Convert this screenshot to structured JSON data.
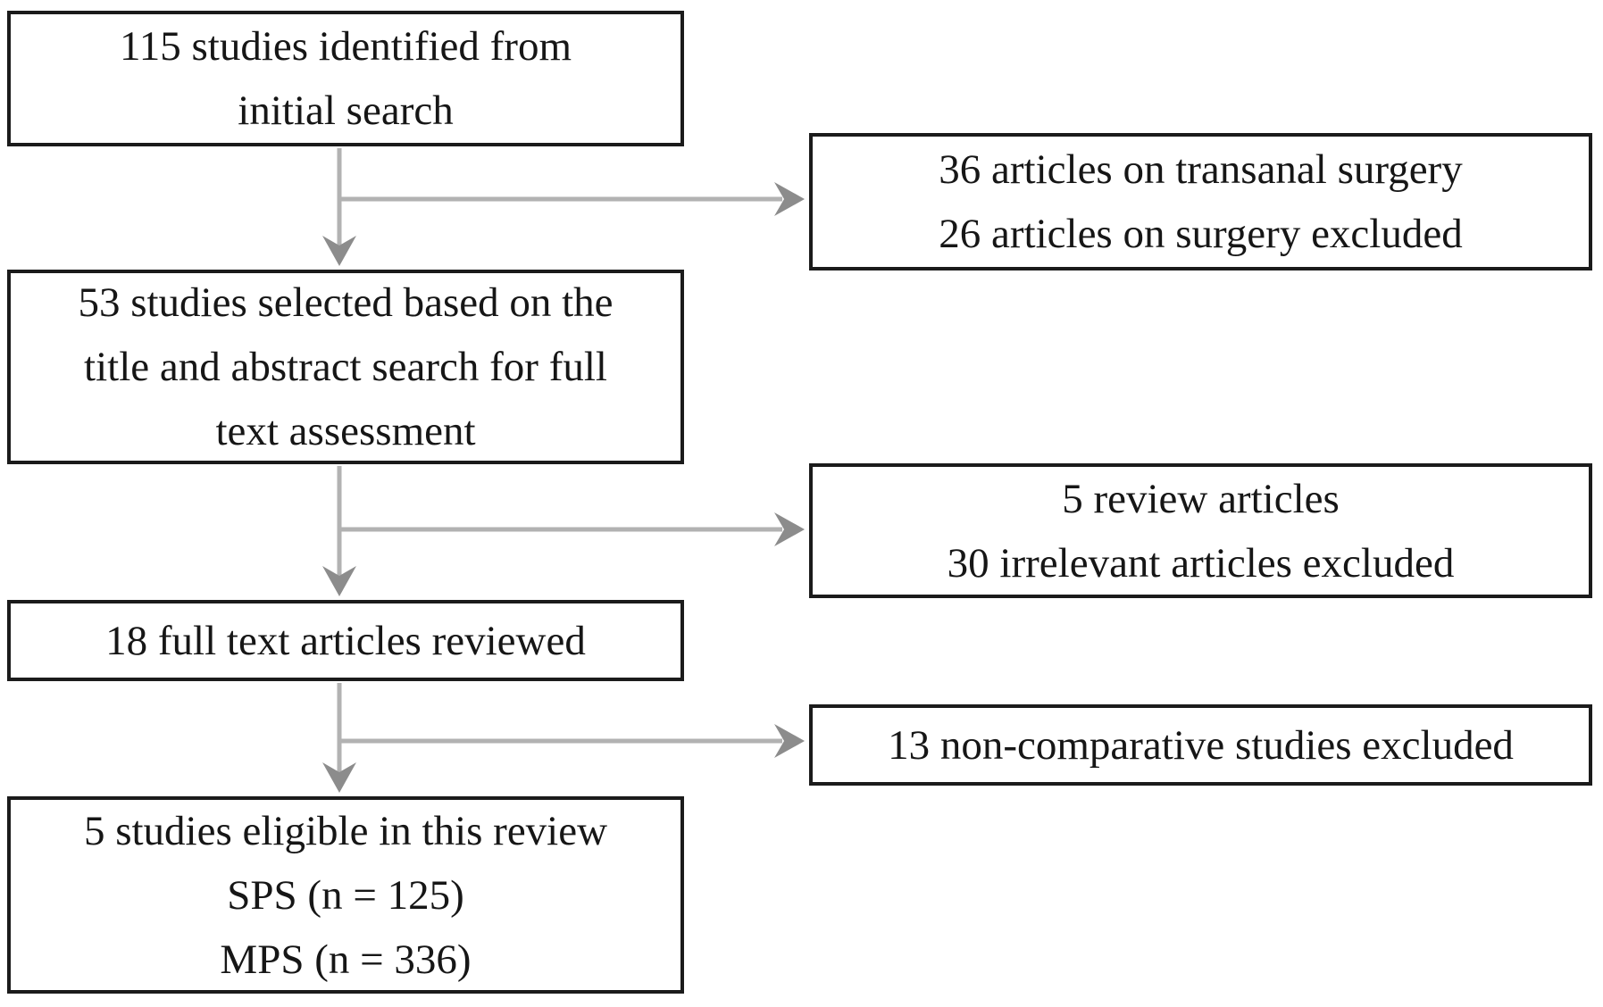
{
  "figure": {
    "type": "flowchart",
    "description": "Study selection flow diagram"
  },
  "colors": {
    "background": "#ffffff",
    "box_border": "#1b1b1b",
    "text": "#161616",
    "arrow_line": "#b2b2b2",
    "arrow_head": "#8c8c8c"
  },
  "boxes": {
    "initial_search": {
      "lines": [
        "115 studies identified from",
        "initial search"
      ]
    },
    "excluded_after_search": {
      "lines": [
        "36 articles on transanal surgery",
        "26 articles on surgery excluded"
      ]
    },
    "title_abstract_selection": {
      "lines": [
        "53 studies selected based on the",
        "title and abstract search for full",
        "text assessment"
      ]
    },
    "excluded_after_screening": {
      "lines": [
        "5 review articles",
        "30 irrelevant articles excluded"
      ]
    },
    "full_text_review": {
      "lines": [
        "18 full text articles reviewed"
      ]
    },
    "excluded_after_full_text": {
      "lines": [
        "13 non-comparative studies excluded"
      ]
    },
    "eligible_studies": {
      "lines": [
        "5 studies eligible in this review",
        "SPS (n = 125)",
        "MPS (n = 336)"
      ]
    }
  },
  "edges": [
    {
      "from": "initial_search",
      "to": "title_abstract_selection"
    },
    {
      "from": "initial_search",
      "to": "excluded_after_search"
    },
    {
      "from": "title_abstract_selection",
      "to": "full_text_review"
    },
    {
      "from": "title_abstract_selection",
      "to": "excluded_after_screening"
    },
    {
      "from": "full_text_review",
      "to": "eligible_studies"
    },
    {
      "from": "full_text_review",
      "to": "excluded_after_full_text"
    }
  ]
}
